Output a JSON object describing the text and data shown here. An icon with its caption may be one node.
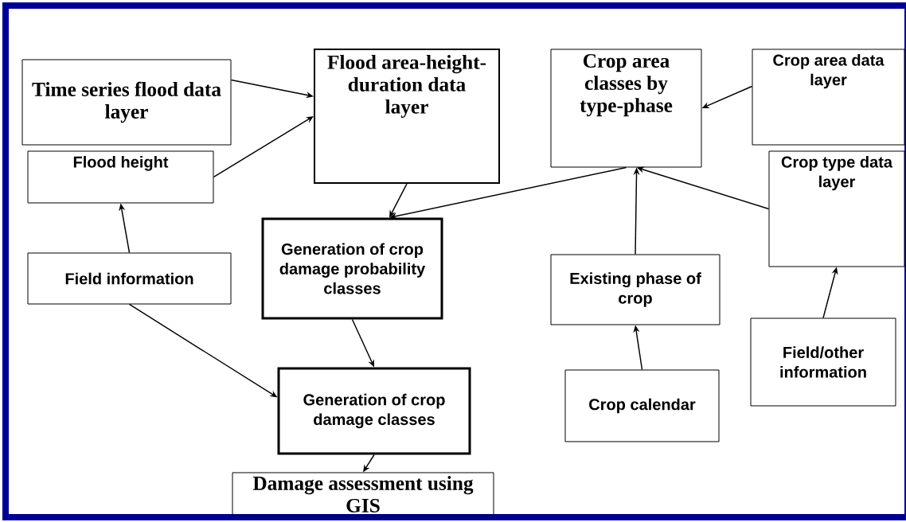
{
  "diagram": {
    "nodes": [
      {
        "text": [
          "Time series flood data layer"
        ]
      },
      {
        "text": [
          "Flood height"
        ]
      },
      {
        "text": [
          "Flood area-height-duration data layer"
        ]
      },
      {
        "text": [
          "Crop area classes by type-phase"
        ]
      },
      {
        "text": [
          "Crop area data layer"
        ]
      },
      {
        "text": [
          "Crop type data layer"
        ]
      },
      {
        "text": [
          "Field information"
        ]
      },
      {
        "text": [
          "Generation of crop damage probability classes"
        ]
      },
      {
        "text": [
          "Existing phase of crop"
        ]
      },
      {
        "text": [
          "Field/other information"
        ]
      },
      {
        "text": [
          "Generation of crop damage classes"
        ]
      },
      {
        "text": [
          "Crop calendar"
        ]
      },
      {
        "text": [
          "Damage assessment using GIS"
        ]
      }
    ],
    "edges": [
      {
        "from": 0,
        "to": 2,
        "arrow": "to"
      },
      {
        "from": 1,
        "to": 2,
        "arrow": "to"
      },
      {
        "from": 2,
        "to": 7,
        "arrow": "to"
      },
      {
        "from": 3,
        "to": 7,
        "arrow": "to"
      },
      {
        "from": 4,
        "to": 3,
        "arrow": "to"
      },
      {
        "from": 5,
        "to": 3,
        "arrow": "to"
      },
      {
        "from": 8,
        "to": 3,
        "arrow": "to"
      },
      {
        "from": 6,
        "to": 1,
        "arrow": "to"
      },
      {
        "from": 6,
        "to": 10,
        "arrow": "to"
      },
      {
        "from": 7,
        "to": 10,
        "arrow": "to"
      },
      {
        "from": 10,
        "to": 12,
        "arrow": "to"
      },
      {
        "from": 11,
        "to": 8,
        "arrow": "to"
      },
      {
        "from": 9,
        "to": 5,
        "arrow": "to"
      }
    ]
  }
}
